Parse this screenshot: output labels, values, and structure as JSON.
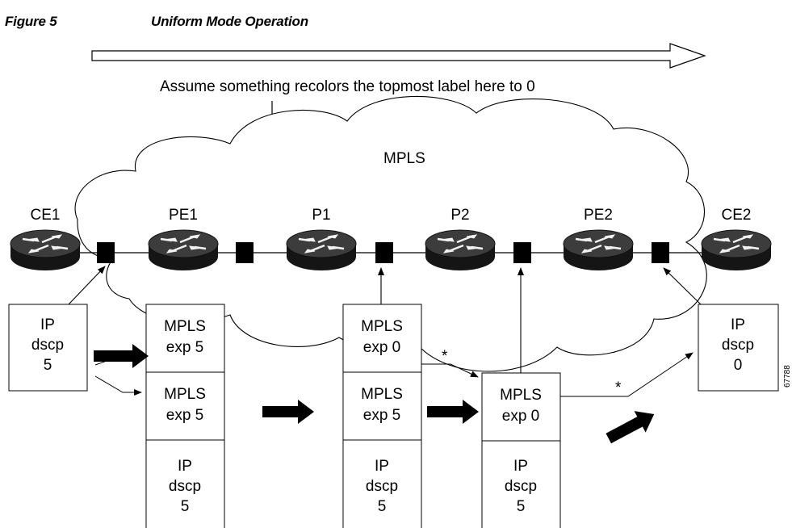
{
  "figure": {
    "number": "Figure 5",
    "title": "Uniform Mode Operation"
  },
  "annotation": "Assume something recolors the topmost label here to 0",
  "cloud_label": "MPLS",
  "routers": [
    "CE1",
    "PE1",
    "P1",
    "P2",
    "PE2",
    "CE2"
  ],
  "packets": {
    "ce1": [
      "IP",
      "dscp",
      "5"
    ],
    "pe1_top": [
      "MPLS",
      "exp 5"
    ],
    "pe1_mid": [
      "MPLS",
      "exp 5"
    ],
    "pe1_bot": [
      "IP",
      "dscp",
      "5"
    ],
    "p1_top": [
      "MPLS",
      "exp 0"
    ],
    "p1_mid": [
      "MPLS",
      "exp 5"
    ],
    "p1_bot": [
      "IP",
      "dscp",
      "5"
    ],
    "p2_top": [
      "MPLS",
      "exp 0"
    ],
    "p2_bot": [
      "IP",
      "dscp",
      "5"
    ],
    "ce2": [
      "IP",
      "dscp",
      "0"
    ]
  },
  "star_marker": "*",
  "figure_id": "67788",
  "icons": {
    "router": "router-icon",
    "interface": "interface-square-icon",
    "direction": "right-arrow-icon"
  },
  "colors": {
    "line": "#000000",
    "router_body": "#2a2a2a",
    "background": "#ffffff"
  }
}
